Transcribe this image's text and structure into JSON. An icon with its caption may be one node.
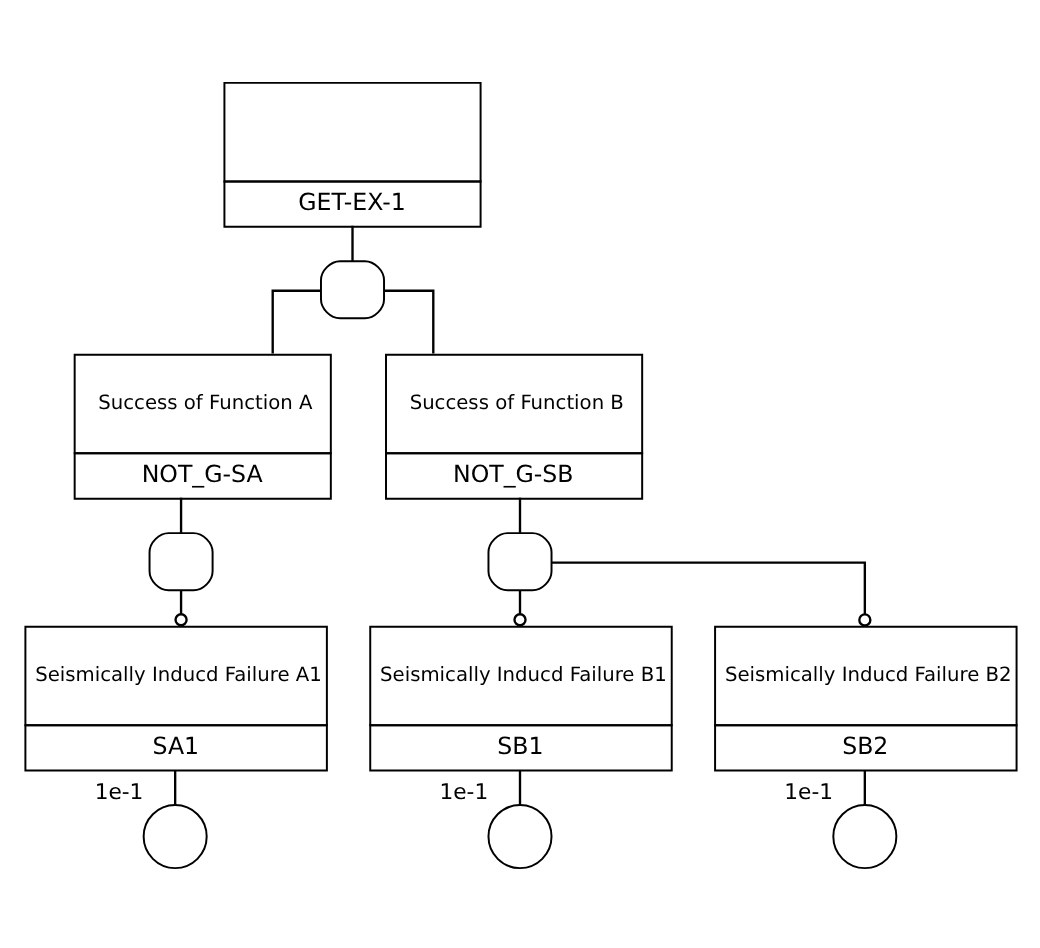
{
  "diagram": {
    "nodes": [
      {
        "text": [
          "GET-EX-1"
        ]
      },
      {
        "text": [],
        "shape": "gate"
      },
      {
        "text": [
          "Success of Function A",
          "NOT_G-SA"
        ]
      },
      {
        "text": [
          "Success of Function B",
          "NOT_G-SB"
        ]
      },
      {
        "text": [],
        "shape": "gate"
      },
      {
        "text": [],
        "shape": "gate"
      },
      {
        "text": [
          "Seismically Inducd Failure A1",
          "SA1"
        ]
      },
      {
        "text": [],
        "shape": "circle",
        "beside": [
          "1e-1"
        ]
      },
      {
        "text": [
          "Seismically Inducd Failure B1",
          "SB1"
        ]
      },
      {
        "text": [],
        "shape": "circle",
        "beside": [
          "1e-1"
        ]
      },
      {
        "text": [
          "Seismically Inducd Failure B2",
          "SB2"
        ]
      },
      {
        "text": [],
        "shape": "circle",
        "beside": [
          "1e-1"
        ]
      }
    ],
    "edges": [
      {
        "from": 0,
        "to": 1,
        "arrow": "none"
      },
      {
        "from": 1,
        "to": 2,
        "arrow": "none"
      },
      {
        "from": 1,
        "to": 3,
        "arrow": "none"
      },
      {
        "from": 2,
        "to": 4,
        "arrow": "none"
      },
      {
        "from": 3,
        "to": 5,
        "arrow": "none"
      },
      {
        "from": 4,
        "to": 6,
        "arrow": "other"
      },
      {
        "from": 5,
        "to": 8,
        "arrow": "other"
      },
      {
        "from": 5,
        "to": 10,
        "arrow": "other"
      },
      {
        "from": 6,
        "to": 7,
        "arrow": "none"
      },
      {
        "from": 8,
        "to": 9,
        "arrow": "none"
      },
      {
        "from": 10,
        "to": 11,
        "arrow": "none"
      }
    ]
  }
}
